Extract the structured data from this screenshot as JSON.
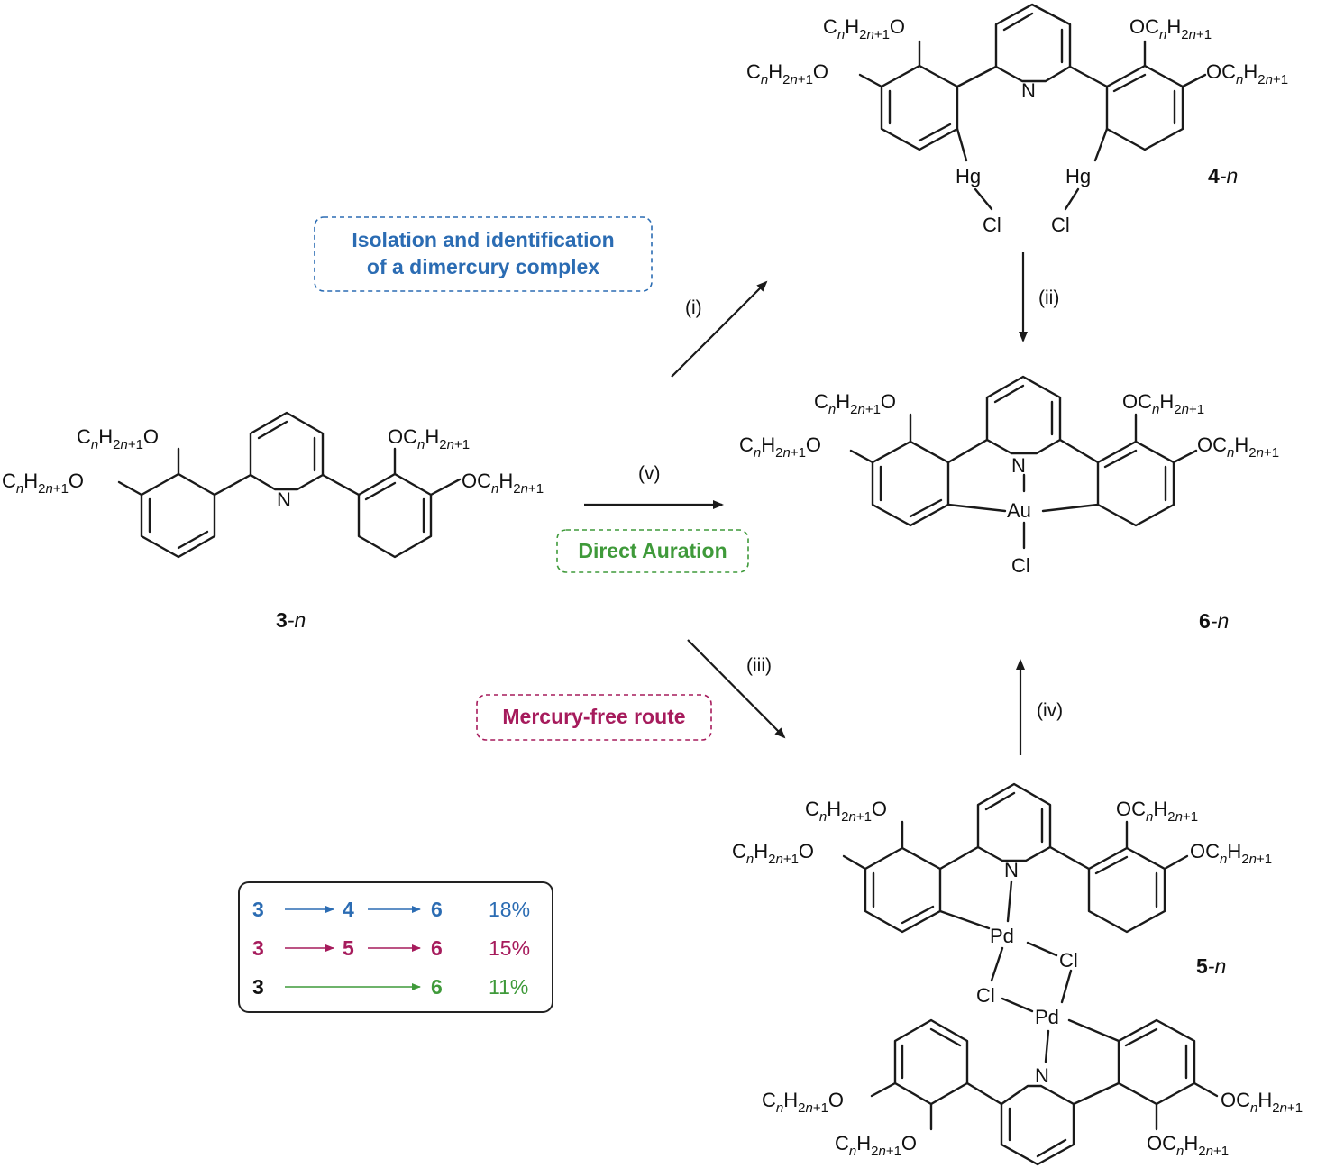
{
  "compounds": {
    "c3": {
      "num": "3",
      "suffix": "-n"
    },
    "c4": {
      "num": "4",
      "suffix": "-n"
    },
    "c5": {
      "num": "5",
      "suffix": "-n"
    },
    "c6": {
      "num": "6",
      "suffix": "-n"
    }
  },
  "atoms": {
    "N": "N",
    "Hg": "Hg",
    "Cl": "Cl",
    "Au": "Au",
    "Pd": "Pd",
    "O": "O",
    "C": "C",
    "H": "H",
    "n": "n",
    "n1": "2n+1"
  },
  "steps": {
    "i": "(i)",
    "ii": "(ii)",
    "iii": "(iii)",
    "iv": "(iv)",
    "v": "(v)"
  },
  "labels": {
    "dimercury_line1": "Isolation and identification",
    "dimercury_line2": "of a dimercury complex",
    "direct": "Direct Auration",
    "mercury_free": "Mercury-free route"
  },
  "summary": [
    {
      "from": "3",
      "via": "4",
      "to": "6",
      "yield": "18%",
      "color": "#2b6cb3"
    },
    {
      "from": "3",
      "via": "5",
      "to": "6",
      "yield": "15%",
      "color": "#a61b5c"
    },
    {
      "from": "3",
      "via": "",
      "to": "6",
      "yield": "11%",
      "color": "#3f9a3a"
    }
  ],
  "colors": {
    "blue": "#2b6cb3",
    "magenta": "#a61b5c",
    "green": "#3f9a3a"
  }
}
